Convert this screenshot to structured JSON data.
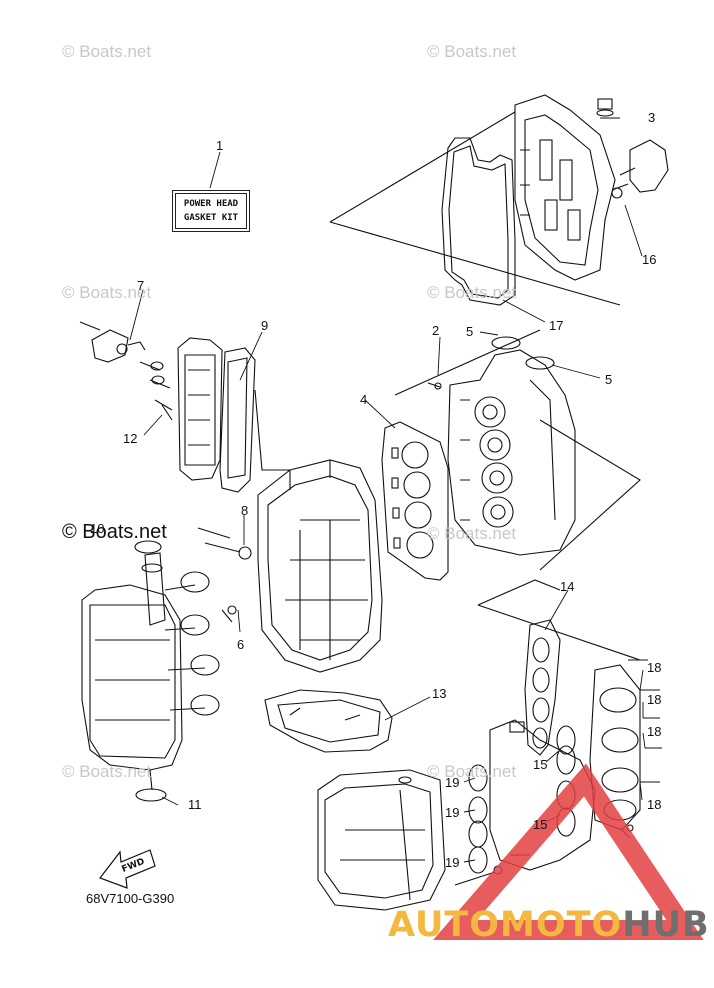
{
  "watermarks": [
    "© Boats.net",
    "© Boats.net",
    "© Boats.net",
    "© Boats.net",
    "© Boats.net",
    "© Boats.net",
    "© Boats.net",
    "© Boats.net"
  ],
  "main_watermark": "© Boats.net",
  "gasket_kit_label": {
    "line1": "POWER HEAD",
    "line2": "GASKET KIT"
  },
  "part_numbers": [
    "1",
    "2",
    "3",
    "4",
    "5",
    "5",
    "6",
    "7",
    "8",
    "9",
    "10",
    "11",
    "12",
    "13",
    "14",
    "15",
    "15",
    "16",
    "17",
    "18",
    "18",
    "18",
    "18",
    "19",
    "19",
    "19"
  ],
  "diagram_code": "68V7100-G390",
  "fwd_label": "FWD",
  "brand": {
    "part1": "AUTOMOTO",
    "part2": "HUB",
    "accent_color": "#f4b740",
    "secondary_color": "#6f6f6f",
    "warning_color": "#e34040"
  }
}
